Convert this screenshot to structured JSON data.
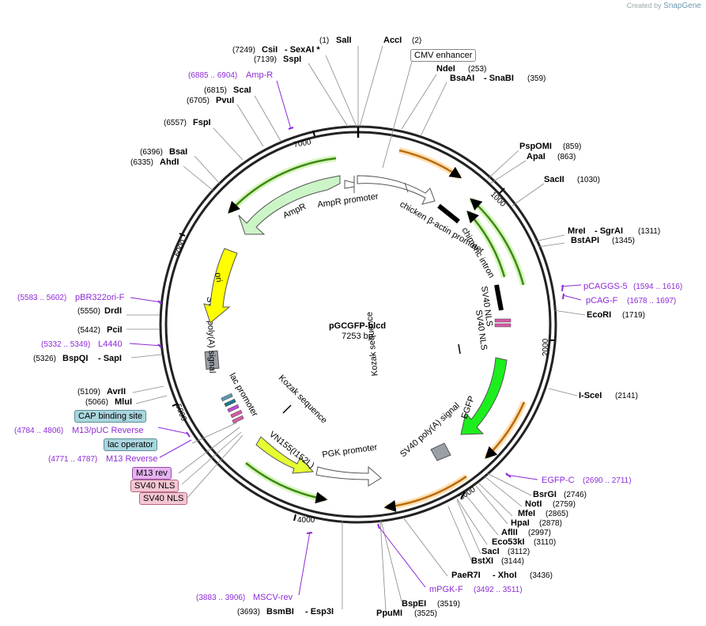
{
  "branding": {
    "created_by": "Created by",
    "app": "SnapGene"
  },
  "plasmid": {
    "name": "pGCGFP-blcd",
    "length": "7253 bp"
  },
  "ticks": [
    "1000",
    "2000",
    "3000",
    "4000",
    "5000",
    "6000",
    "7000"
  ],
  "sites": {
    "sali": {
      "name": "SalI",
      "pos": "(1)"
    },
    "acci": {
      "name": "AccI",
      "pos": "(2)"
    },
    "csii": {
      "name": "CsiI",
      "pos": "(7249)",
      "extra": "- SexAI *"
    },
    "sspi": {
      "name": "SspI",
      "pos": "(7139)"
    },
    "ndei": {
      "name": "NdeI",
      "pos": "(253)"
    },
    "bsaai": {
      "name": "BsaAI",
      "extra": "- SnaBI",
      "pos": "(359)"
    },
    "scai": {
      "name": "ScaI",
      "pos": "(6815)"
    },
    "pvui": {
      "name": "PvuI",
      "pos": "(6705)"
    },
    "fspi": {
      "name": "FspI",
      "pos": "(6557)"
    },
    "bsai": {
      "name": "BsaI",
      "pos": "(6396)"
    },
    "ahdi": {
      "name": "AhdI",
      "pos": "(6335)"
    },
    "pspomi": {
      "name": "PspOMI",
      "pos": "(859)"
    },
    "apai": {
      "name": "ApaI",
      "pos": "(863)"
    },
    "sacii": {
      "name": "SacII",
      "pos": "(1030)"
    },
    "drdi": {
      "name": "DrdI",
      "pos": "(5550)"
    },
    "pcii": {
      "name": "PciI",
      "pos": "(5442)"
    },
    "bspqi": {
      "name": "BspQI",
      "extra": "- SapI",
      "pos": "(5326)"
    },
    "mrei": {
      "name": "MreI",
      "extra": "- SgrAI",
      "pos": "(1311)"
    },
    "bstapi": {
      "name": "BstAPI",
      "pos": "(1345)"
    },
    "ecori": {
      "name": "EcoRI",
      "pos": "(1719)"
    },
    "avrii": {
      "name": "AvrII",
      "pos": "(5109)"
    },
    "mlui": {
      "name": "MluI",
      "pos": "(5066)"
    },
    "scei": {
      "name": "I-SceI",
      "pos": "(2141)"
    },
    "bsrgi": {
      "name": "BsrGI",
      "pos": "(2746)"
    },
    "noti": {
      "name": "NotI",
      "pos": "(2759)"
    },
    "mfei": {
      "name": "MfeI",
      "pos": "(2865)"
    },
    "hpai": {
      "name": "HpaI",
      "pos": "(2878)"
    },
    "aflii": {
      "name": "AflII",
      "pos": "(2997)"
    },
    "eco53ki": {
      "name": "Eco53kI",
      "pos": "(3110)"
    },
    "saci": {
      "name": "SacI",
      "pos": "(3112)"
    },
    "bstxi": {
      "name": "BstXI",
      "pos": "(3144)"
    },
    "paer7i": {
      "name": "PaeR7I",
      "extra": "- XhoI",
      "pos": "(3436)"
    },
    "bspei": {
      "name": "BspEI",
      "pos": "(3519)"
    },
    "ppumi": {
      "name": "PpuMI",
      "pos": "(3525)"
    },
    "bsmbi": {
      "name": "BsmBI",
      "extra": "- Esp3I",
      "pos": "(3693)"
    }
  },
  "primers": {
    "ampr": {
      "name": "Amp-R",
      "pos": "(6885 .. 6904)"
    },
    "pbr322": {
      "name": "pBR322ori-F",
      "pos": "(5583 .. 5602)"
    },
    "l4440": {
      "name": "L4440",
      "pos": "(5332 .. 5349)"
    },
    "pcaggs5": {
      "name": "pCAGGS-5",
      "pos": "(1594 .. 1616)"
    },
    "pcagf": {
      "name": "pCAG-F",
      "pos": "(1678 .. 1697)"
    },
    "egfpc": {
      "name": "EGFP-C",
      "pos": "(2690 .. 2711)"
    },
    "m13puc": {
      "name": "M13/pUC Reverse",
      "pos": "(4784 .. 4806)"
    },
    "m13rev": {
      "name": "M13 Reverse",
      "pos": "(4771 .. 4787)"
    },
    "mpgkf": {
      "name": "mPGK-F",
      "pos": "(3492 .. 3511)"
    },
    "mscvrev": {
      "name": "MSCV-rev",
      "pos": "(3883 .. 3906)"
    }
  },
  "boxes": {
    "cmv": "CMV enhancer",
    "cap": "CAP binding site",
    "lacop": "lac operator",
    "m13rev": "M13 rev",
    "sv40a": "SV40 NLS",
    "sv40b": "SV40 NLS"
  },
  "features": {
    "ampr": "AmpR",
    "ampr_promoter": "AmpR promoter",
    "cba": "chicken β-actin promoter",
    "intron": "chimeric intron",
    "sv40nls1": "SV40 NLS",
    "sv40nls2": "SV40 NLS",
    "kozak1": "Kozak sequence",
    "egfp": "EGFP",
    "sv40pa1": "SV40 poly(A) signal",
    "pgk": "PGK promoter",
    "vn155": "VN155(I152L)",
    "kozak2": "Kozak sequence",
    "lac": "lac promoter",
    "sv40pa2": "SV40 poly(A) signal",
    "ori": "ori"
  },
  "colors": {
    "primer": "#8e2bd6",
    "ampr_fill": "#ccf5c7",
    "egfp_fill": "#1dee1d",
    "ori_fill": "#ffff00",
    "vn155_fill": "#e6ff33",
    "polyA_fill": "#9aa0a6",
    "orf_green": "#2e7d10",
    "orf_orange": "#b86a0e"
  }
}
